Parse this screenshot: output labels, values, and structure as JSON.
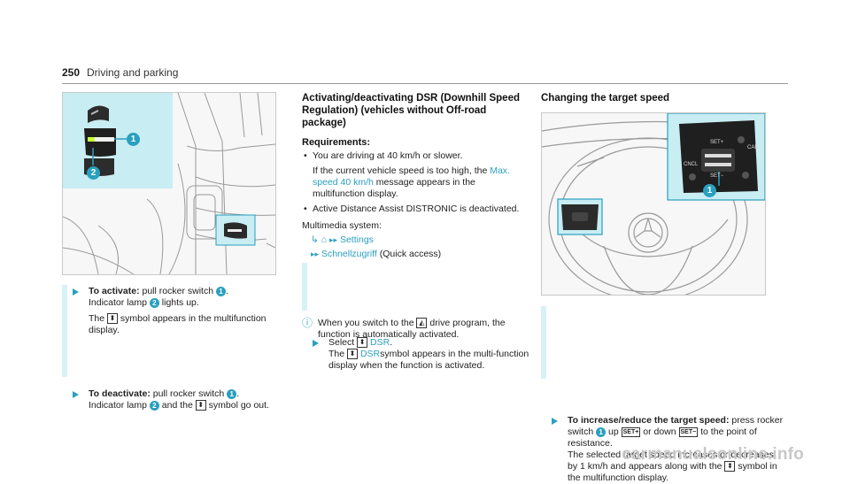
{
  "header": {
    "page_number": "250",
    "section": "Driving and parking"
  },
  "left": {
    "step1": {
      "label": "To activate:",
      "t1": " pull ",
      "t2": "rocker switch ",
      "n1": "1",
      "t3": ".",
      "t4": "Indicator lamp ",
      "n2": "2",
      "t5": " lights up.",
      "t6": "The ",
      "t7": " symbol appears in the multifunction display."
    },
    "step2": {
      "label": "To deactivate:",
      "t1": " pull rocker switch ",
      "n1": "1",
      "t2": ".",
      "t3": "Indicator lamp ",
      "n2": "2",
      "t4": " and the ",
      "t5": " symbol go out."
    },
    "callouts": [
      "1",
      "2"
    ]
  },
  "middle": {
    "heading": "Activating/deactivating DSR (Downhill Speed Regulation) (vehicles without Off-road package)",
    "req_title": "Requirements:",
    "req1": "You are driving at 40 km/h or slower.",
    "req1b_pre": "If the current vehicle speed is too high, the ",
    "req1b_cyan": "Max. speed 40 km/h",
    "req1b_post": " message appears in the multifunction display.",
    "req2": "Active Distance Assist DISTRONIC is deactivated.",
    "mm_label": "Multimedia system:",
    "nav1": "Settings",
    "nav2": "Schnellzugriff",
    "nav2_post": " (Quick access)",
    "sel_pre": "Select ",
    "sel_cyan": "DSR",
    "sel_post": ".",
    "the": "The ",
    "dsr2": "DSR",
    "sel2_post": "symbol appears in the multi-function display when the function is activated.",
    "note_pre": "When you switch to the ",
    "note_post": " drive program, the function is automatically activated."
  },
  "right": {
    "heading": "Changing the target speed",
    "step_label": "To increase/reduce the target speed:",
    "t1": " press rocker switch ",
    "n1": "1",
    "t2": " up ",
    "sym_up": "SET+",
    "t3": " or down ",
    "sym_down": "SET−",
    "t4": " to the point of resistance.",
    "t5": "The selected target speed increases or decreases by 1 km/h and appears along with the ",
    "t6": " symbol in the multifunction display.",
    "callout": "1",
    "wheel_labels": [
      "SET+",
      "SET−",
      "CAN",
      "CNCL"
    ]
  },
  "watermark": "carmanualsonline.info"
}
